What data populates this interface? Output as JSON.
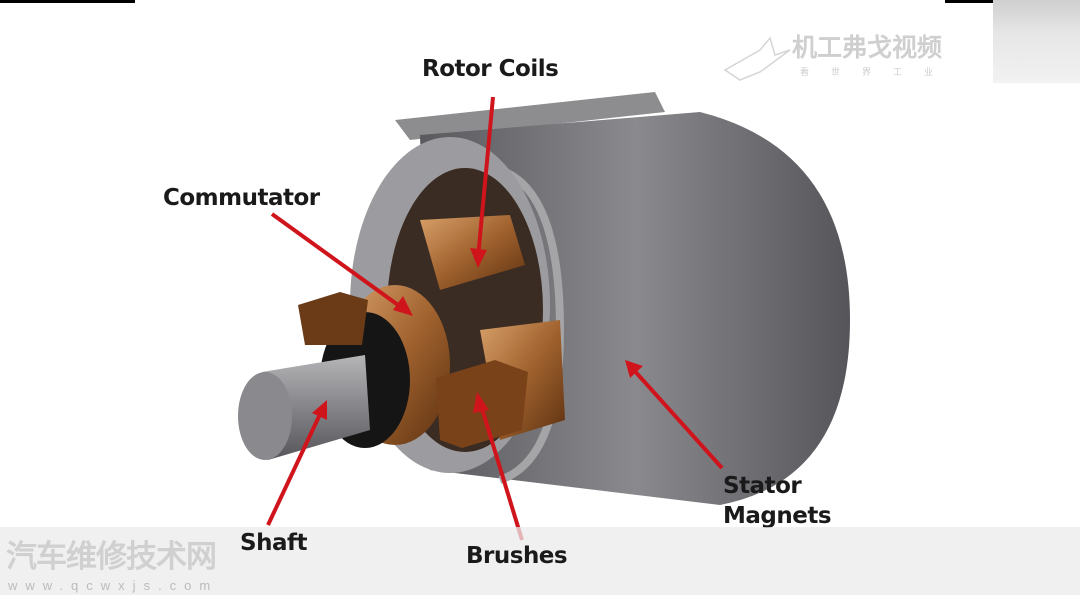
{
  "labels": {
    "rotor_coils": "Rotor Coils",
    "commutator": "Commutator",
    "shaft": "Shaft",
    "brushes": "Brushes",
    "stator_line1": "Stator",
    "stator_line2": "Magnets"
  },
  "watermarks": {
    "brand": "机工弗戈视频",
    "brand_sub": "看世界工业",
    "site": "汽车维修技术网",
    "site_url": "www.qcwxjs.com"
  },
  "colors": {
    "arrow": "#d0141c",
    "stator": "#707074",
    "copper": "#a0622e"
  }
}
